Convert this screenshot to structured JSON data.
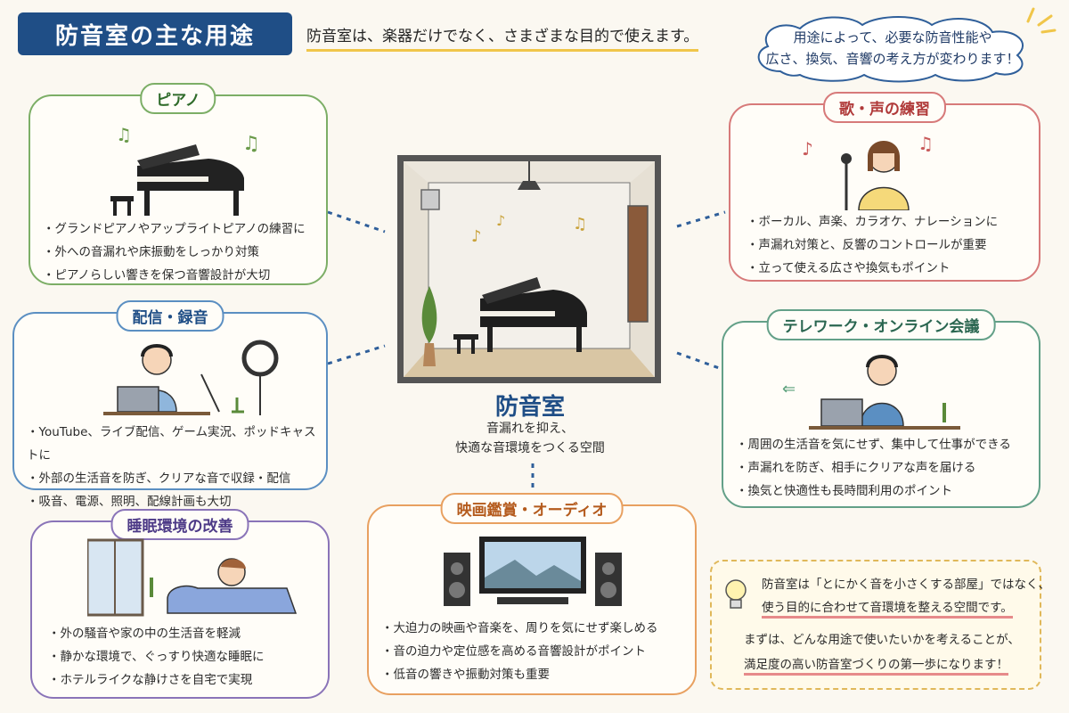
{
  "header": {
    "title": "防音室の主な用途",
    "subtitle": "防音室は、楽器だけでなく、さまざまな目的で使えます。",
    "cloud_line1": "用途によって、必要な防音性能や",
    "cloud_line2": "広さ、換気、音響の考え方が変わります！"
  },
  "center": {
    "title": "防音室",
    "desc_line1": "音漏れを抑え、",
    "desc_line2": "快適な音環境をつくる空間"
  },
  "cards": {
    "piano": {
      "label": "ピアノ",
      "bullets": [
        "グランドピアノやアップライトピアノの練習に",
        "外への音漏れや床振動をしっかり対策",
        "ピアノらしい響きを保つ音響設計が大切"
      ]
    },
    "streaming": {
      "label": "配信・録音",
      "bullets": [
        "YouTube、ライブ配信、ゲーム実況、ポッドキャストに",
        "外部の生活音を防ぎ、クリアな音で収録・配信",
        "吸音、電源、照明、配線計画も大切"
      ]
    },
    "sleep": {
      "label": "睡眠環境の改善",
      "bullets": [
        "外の騒音や家の中の生活音を軽減",
        "静かな環境で、ぐっすり快適な睡眠に",
        "ホテルライクな静けさを自宅で実現"
      ]
    },
    "voice": {
      "label": "歌・声の練習",
      "bullets": [
        "ボーカル、声楽、カラオケ、ナレーションに",
        "声漏れ対策と、反響のコントロールが重要",
        "立って使える広さや換気もポイント"
      ]
    },
    "telework": {
      "label": "テレワーク・オンライン会議",
      "bullets": [
        "周囲の生活音を気にせず、集中して仕事ができる",
        "声漏れを防ぎ、相手にクリアな声を届ける",
        "換気と快適性も長時間利用のポイント"
      ]
    },
    "movie": {
      "label": "映画鑑賞・オーディオ",
      "bullets": [
        "大迫力の映画や音楽を、周りを気にせず楽しめる",
        "音の迫力や定位感を高める音響設計がポイント",
        "低音の響きや振動対策も重要"
      ]
    }
  },
  "note": {
    "line1_prefix": "防音室は「とにかく音を小さくする部屋」ではなく、",
    "line2_highlight": "使う目的に合わせて音環境を整える空間です。",
    "line3": "まずは、どんな用途で使いたいかを考えることが、",
    "line4_highlight": "満足度の高い防音室づくりの第一歩になります！"
  },
  "colors": {
    "title_bg": "#1f4e86",
    "piano": "#7cae66",
    "streaming": "#5b8fc2",
    "sleep": "#8a74b8",
    "voice": "#d77a7a",
    "telework": "#63a088",
    "movie": "#e8a060",
    "note_border": "#e0b85a"
  },
  "icons": [
    "music-note-icon",
    "piano-icon",
    "microphone-icon",
    "headset-icon",
    "ring-light-icon",
    "speaker-icon",
    "tv-icon",
    "bed-icon",
    "lightbulb-icon",
    "plant-icon",
    "door-icon",
    "lamp-icon"
  ]
}
